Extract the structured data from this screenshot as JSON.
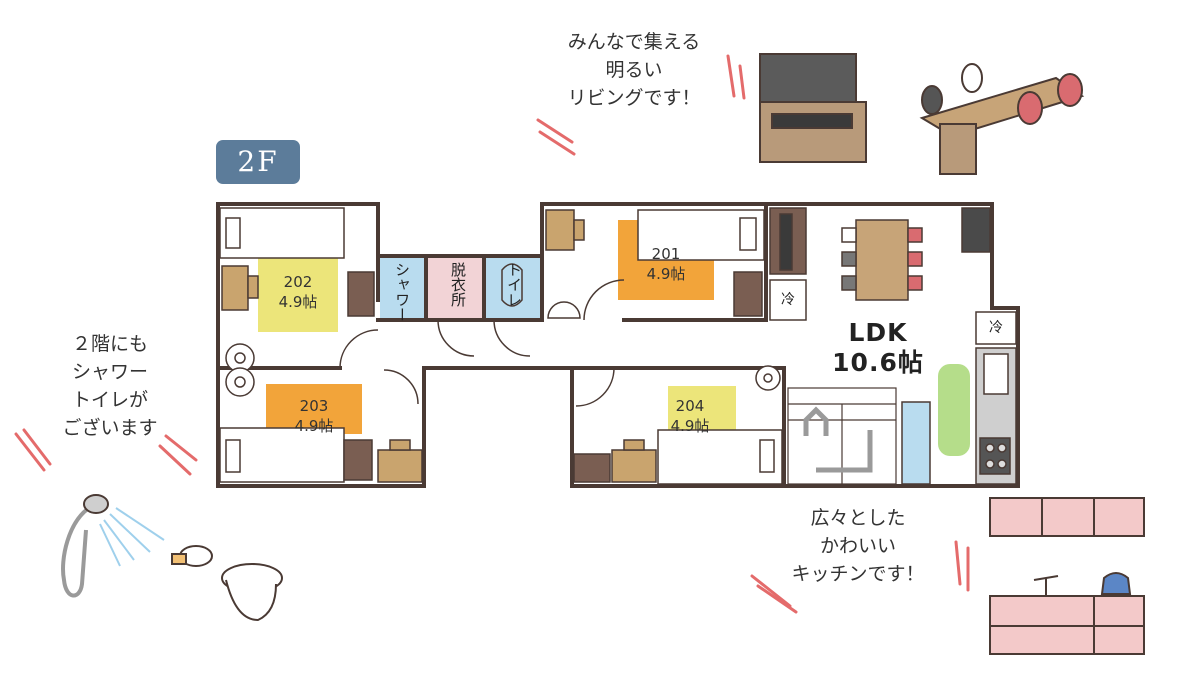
{
  "floor_badge": "2F",
  "rooms": [
    {
      "id": "201",
      "size": "4.9帖",
      "color": "#f2a43a"
    },
    {
      "id": "202",
      "size": "4.9帖",
      "color": "#ece57a"
    },
    {
      "id": "203",
      "size": "4.9帖",
      "color": "#f2a43a"
    },
    {
      "id": "204",
      "size": "4.9帖",
      "color": "#ece57a"
    }
  ],
  "wet_rooms": {
    "shower": "シャワー",
    "dressing": "脱衣所",
    "toilet": "トイレ"
  },
  "ldk": {
    "name": "LDK",
    "size": "10.6帖"
  },
  "fridge_label": "冷",
  "notes": {
    "living": [
      "みんなで集える",
      "明るい",
      "リビングです！"
    ],
    "bath": [
      "２階にも",
      "シャワー",
      "トイレが",
      "ございます"
    ],
    "kitchen": [
      "広々とした",
      "かわいい",
      "キッチンです！"
    ]
  },
  "colors": {
    "badge": "#5c7c9a",
    "wall": "#4a3a34",
    "shower_bg": "#b9dcef",
    "dressing_bg": "#f2d3d6",
    "toilet_bg": "#b9dcef",
    "accent_lines": "#e46b6b",
    "kitchen_counter": "#f3c9c9",
    "table": "#c7a478",
    "chair_red": "#d96b70",
    "chair_gray": "#777777"
  }
}
